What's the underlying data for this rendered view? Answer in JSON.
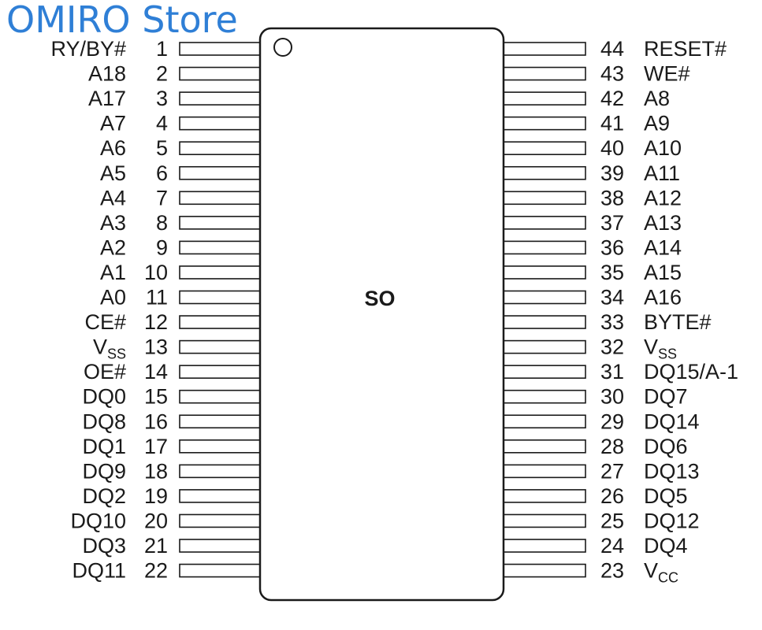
{
  "watermark": "OMIRO Store",
  "package_label": "SO",
  "left_pins": [
    {
      "num": "1",
      "name": "RY/BY#"
    },
    {
      "num": "2",
      "name": "A18"
    },
    {
      "num": "3",
      "name": "A17"
    },
    {
      "num": "4",
      "name": "A7"
    },
    {
      "num": "5",
      "name": "A6"
    },
    {
      "num": "6",
      "name": "A5"
    },
    {
      "num": "7",
      "name": "A4"
    },
    {
      "num": "8",
      "name": "A3"
    },
    {
      "num": "9",
      "name": "A2"
    },
    {
      "num": "10",
      "name": "A1"
    },
    {
      "num": "11",
      "name": "A0"
    },
    {
      "num": "12",
      "name": "CE#"
    },
    {
      "num": "13",
      "name": "V",
      "sub": "SS"
    },
    {
      "num": "14",
      "name": "OE#"
    },
    {
      "num": "15",
      "name": "DQ0"
    },
    {
      "num": "16",
      "name": "DQ8"
    },
    {
      "num": "17",
      "name": "DQ1"
    },
    {
      "num": "18",
      "name": "DQ9"
    },
    {
      "num": "19",
      "name": "DQ2"
    },
    {
      "num": "20",
      "name": "DQ10"
    },
    {
      "num": "21",
      "name": "DQ3"
    },
    {
      "num": "22",
      "name": "DQ11"
    }
  ],
  "right_pins": [
    {
      "num": "44",
      "name": "RESET#"
    },
    {
      "num": "43",
      "name": "WE#"
    },
    {
      "num": "42",
      "name": "A8"
    },
    {
      "num": "41",
      "name": "A9"
    },
    {
      "num": "40",
      "name": "A10"
    },
    {
      "num": "39",
      "name": "A11"
    },
    {
      "num": "38",
      "name": "A12"
    },
    {
      "num": "37",
      "name": "A13"
    },
    {
      "num": "36",
      "name": "A14"
    },
    {
      "num": "35",
      "name": "A15"
    },
    {
      "num": "34",
      "name": "A16"
    },
    {
      "num": "33",
      "name": "BYTE#"
    },
    {
      "num": "32",
      "name": "V",
      "sub": "SS"
    },
    {
      "num": "31",
      "name": "DQ15/A-1"
    },
    {
      "num": "30",
      "name": "DQ7"
    },
    {
      "num": "29",
      "name": "DQ14"
    },
    {
      "num": "28",
      "name": "DQ6"
    },
    {
      "num": "27",
      "name": "DQ13"
    },
    {
      "num": "26",
      "name": "DQ5"
    },
    {
      "num": "25",
      "name": "DQ12"
    },
    {
      "num": "24",
      "name": "DQ4"
    },
    {
      "num": "23",
      "name": "V",
      "sub": "CC"
    }
  ]
}
